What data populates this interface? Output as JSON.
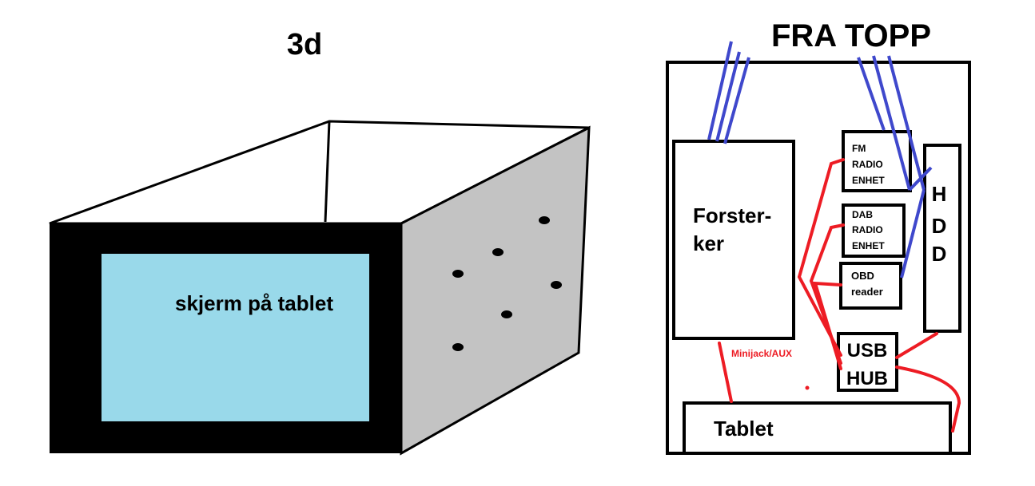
{
  "left_panel": {
    "title": "3d",
    "screen_label": "skjerm på tablet",
    "colors": {
      "frame": "#000000",
      "screen": "#99d9ea",
      "box_side": "#c3c3c3"
    }
  },
  "right_panel": {
    "title": "FRA TOPP",
    "amplifier": {
      "line1": "Forster-",
      "line2": "ker"
    },
    "fm_radio": {
      "line1": "FM",
      "line2": "RADIO",
      "line3": "ENHET"
    },
    "dab_radio": {
      "line1": "DAB",
      "line2": "RADIO",
      "line3": "ENHET"
    },
    "obd": {
      "line1": "OBD",
      "line2": "reader"
    },
    "hdd": {
      "l1": "H",
      "l2": "D",
      "l3": "D"
    },
    "usb_hub": {
      "line1": "USB",
      "line2": "HUB"
    },
    "tablet": "Tablet",
    "cable_label": "Minijack/AUX",
    "colors": {
      "antenna": "#3f48cc",
      "cable": "#ed1c24"
    }
  }
}
